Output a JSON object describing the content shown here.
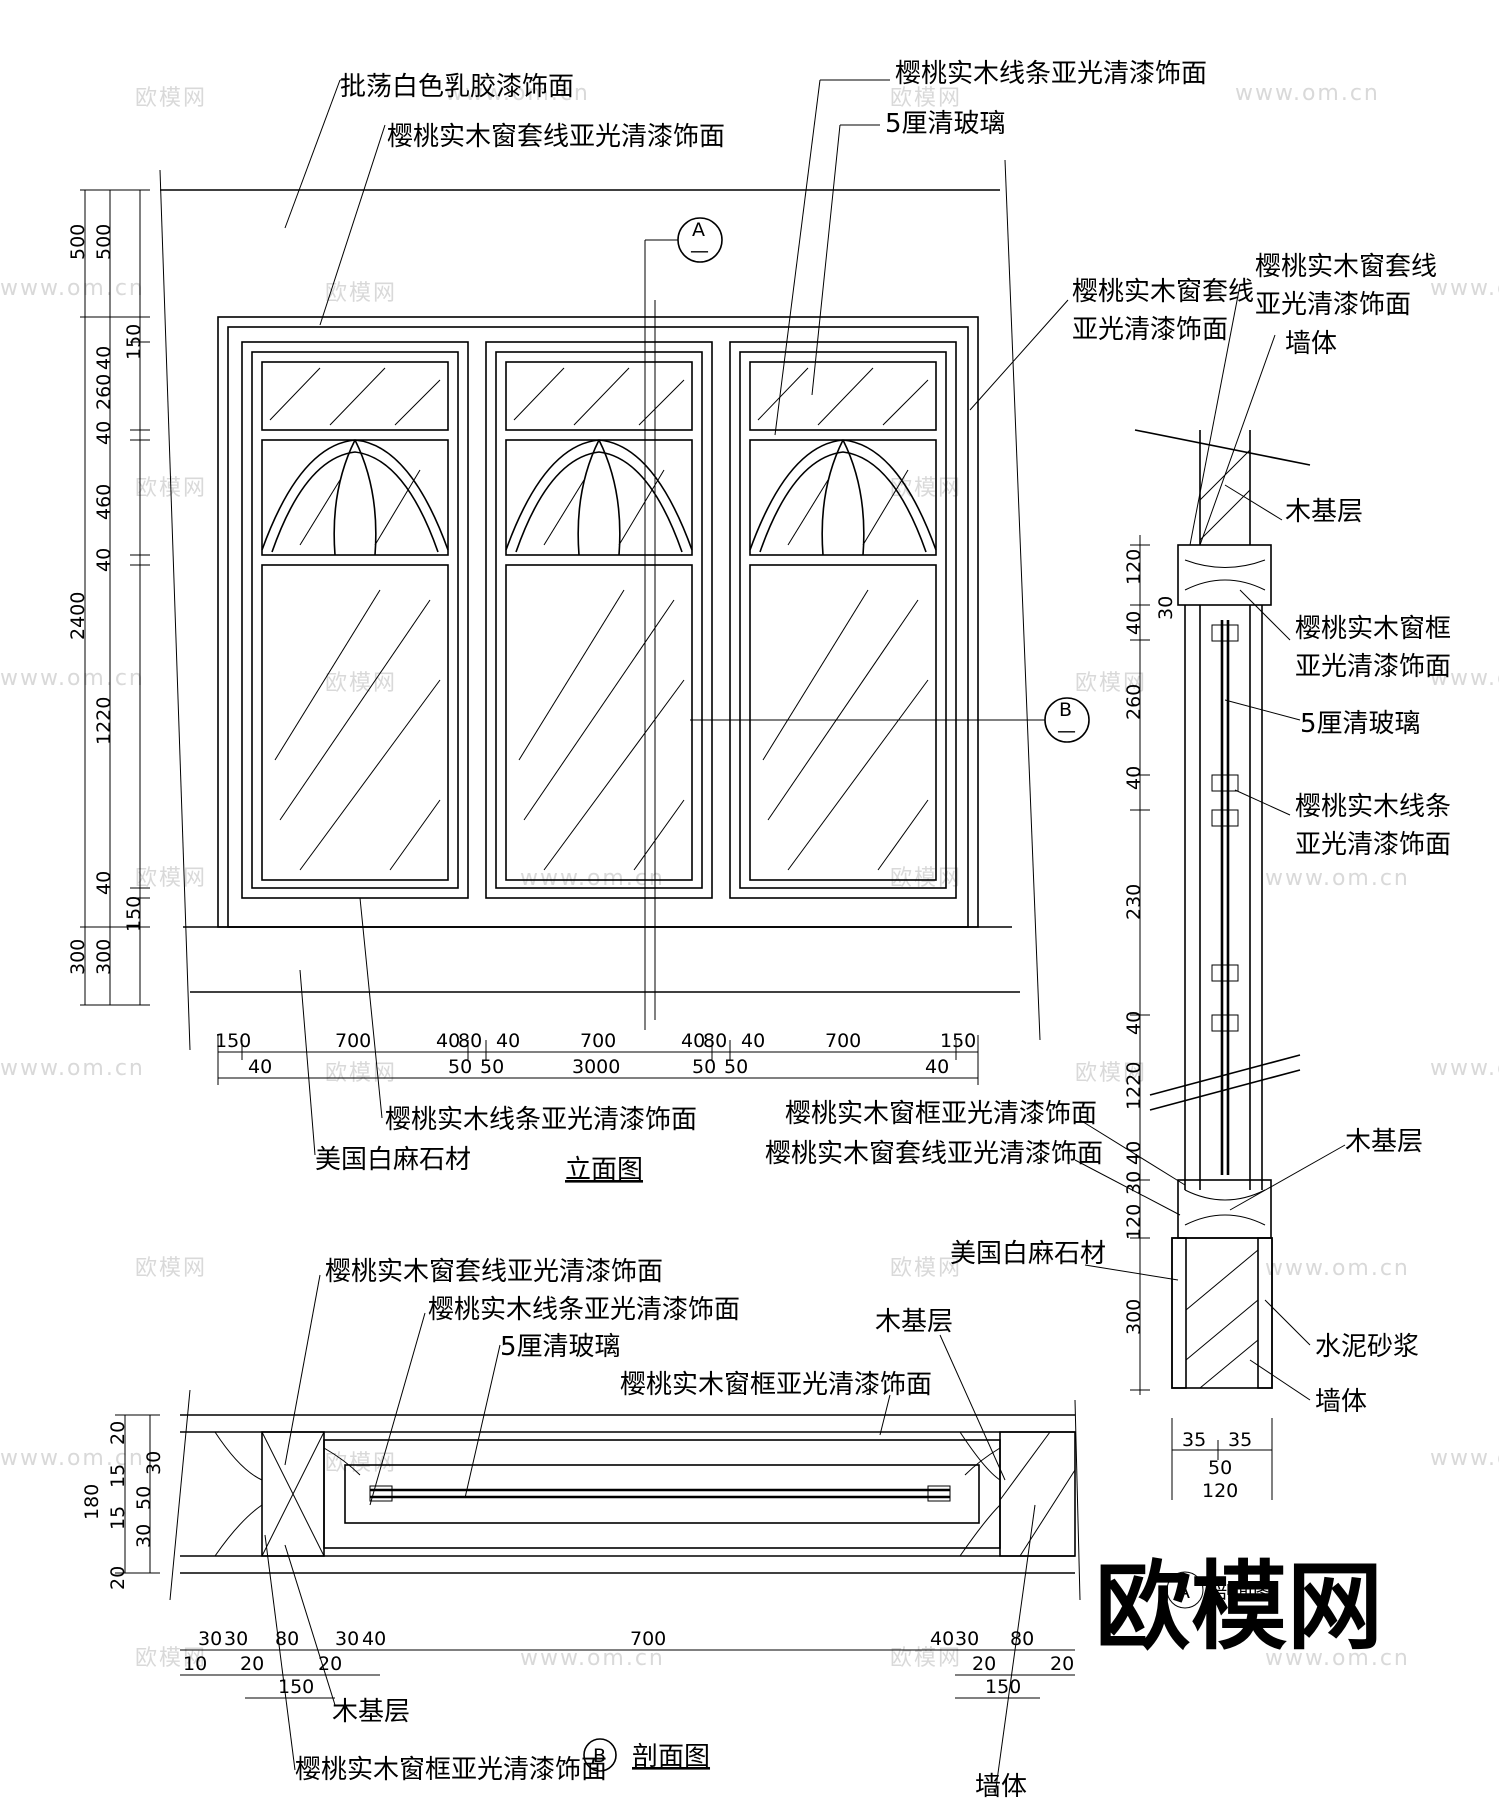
{
  "elevation": {
    "title": "立面图",
    "labels": {
      "wall_paint": "批荡白色乳胶漆饰面",
      "casing_top": "樱桃实木窗套线亚光清漆饰面",
      "strip_top": "樱桃实木线条亚光清漆饰面",
      "glass_top": "5厘清玻璃",
      "casing_right_1": "樱桃实木窗套线",
      "casing_right_2": "亚光清漆饰面",
      "strip_bottom": "樱桃实木线条亚光清漆饰面",
      "stone": "美国白麻石材"
    },
    "bubble_a_letter": "A",
    "bubble_a_sub": "—",
    "bubble_b_letter": "B",
    "bubble_b_sub": "—",
    "dims_left_outer": [
      "500",
      "2400",
      "300"
    ],
    "dims_left_inner": [
      "500",
      "150",
      "40",
      "260",
      "40",
      "460",
      "40",
      "1220",
      "40",
      "150",
      "300"
    ],
    "dims_bottom_top": [
      "150",
      "700",
      "40",
      "80",
      "40",
      "700",
      "40",
      "80",
      "40",
      "700",
      "150"
    ],
    "dims_bottom_bottom": [
      "40",
      "50",
      "50",
      "3000",
      "50",
      "50",
      "40"
    ]
  },
  "side_section": {
    "labels": {
      "casing_1": "樱桃实木窗套线",
      "casing_2": "亚光清漆饰面",
      "wall": "墙体",
      "wood_base": "木基层",
      "frame_1": "樱桃实木窗框",
      "frame_2": "亚光清漆饰面",
      "glass": "5厘清玻璃",
      "strip_1": "樱桃实木线条",
      "strip_2": "亚光清漆饰面",
      "frame_full": "樱桃实木窗框亚光清漆饰面",
      "casing_full": "樱桃实木窗套线亚光清漆饰面",
      "wood_base_2": "木基层",
      "stone": "美国白麻石材",
      "mortar": "水泥砂浆",
      "wall_2": "墙体"
    },
    "dims_vertical": [
      "120",
      "30",
      "40",
      "260",
      "40",
      "230",
      "40",
      "1220",
      "40",
      "30",
      "120",
      "300"
    ],
    "dims_bottom": [
      "35",
      "35",
      "50",
      "120"
    ]
  },
  "plan_section": {
    "title": "剖面图",
    "bubble_letter": "B",
    "labels": {
      "casing": "樱桃实木窗套线亚光清漆饰面",
      "strip": "樱桃实木线条亚光清漆饰面",
      "glass": "5厘清玻璃",
      "frame": "樱桃实木窗框亚光清漆饰面",
      "wood_base": "木基层",
      "wood_base_bottom": "木基层",
      "frame_bottom": "樱桃实木窗框亚光清漆饰面",
      "wall": "墙体"
    },
    "dims_left": [
      "20",
      "30",
      "15",
      "50",
      "15",
      "30",
      "20",
      "180"
    ],
    "dims_bottom_left_top": [
      "30",
      "30",
      "80",
      "30",
      "40"
    ],
    "dims_bottom_left_bottom": [
      "10",
      "20",
      "150",
      "20"
    ],
    "dim_center": "700",
    "dims_bottom_right_top": [
      "40",
      "30",
      "80"
    ],
    "dims_bottom_right_bottom": [
      "20",
      "150",
      "20"
    ]
  },
  "watermark": {
    "brand": "欧模网",
    "site": "www.om.cn",
    "big": "欧模网",
    "overlay_letter": "A",
    "overlay_text": "剖面图"
  }
}
